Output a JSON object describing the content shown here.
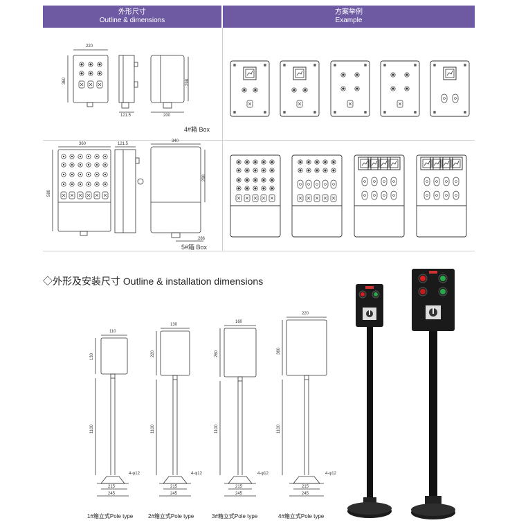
{
  "header": {
    "left_cn": "外形尺寸",
    "left_en": "Outline & dimensions",
    "right_cn": "方案举例",
    "right_en": "Example"
  },
  "box4": {
    "label": "4#箱 Box",
    "dims": [
      "220",
      "360",
      "121.5",
      "200",
      "298"
    ]
  },
  "box5": {
    "label": "5#箱 Box",
    "dims": [
      "360",
      "121.5",
      "340",
      "580",
      "298",
      "286"
    ]
  },
  "section2": {
    "title": "◇外形及安装尺寸 Outline & installation dimensions"
  },
  "poles": [
    {
      "top_dim": "110",
      "side_dim": "130",
      "height": "1100",
      "base_inner": "215",
      "base_outer": "245",
      "hole": "4-φ12",
      "caption": "1#箱立式Pole type"
    },
    {
      "top_dim": "130",
      "side_dim": "220",
      "height": "1100",
      "base_inner": "215",
      "base_outer": "245",
      "hole": "4-φ12",
      "caption": "2#箱立式Pole type"
    },
    {
      "top_dim": "160",
      "side_dim": "260",
      "height": "1100",
      "base_inner": "215",
      "base_outer": "245",
      "hole": "4-φ12",
      "caption": "3#箱立式Pole type"
    },
    {
      "top_dim": "220",
      "side_dim": "360",
      "height": "1100",
      "base_inner": "215",
      "base_outer": "245",
      "hole": "4-φ12",
      "caption": "4#箱立式Pole type"
    }
  ],
  "colors": {
    "header_bg": "#6e5aa3",
    "line": "#333333",
    "photo_box": "#1a1a1a",
    "lamp_red": "#d81e1e",
    "lamp_green": "#2aa84a"
  }
}
